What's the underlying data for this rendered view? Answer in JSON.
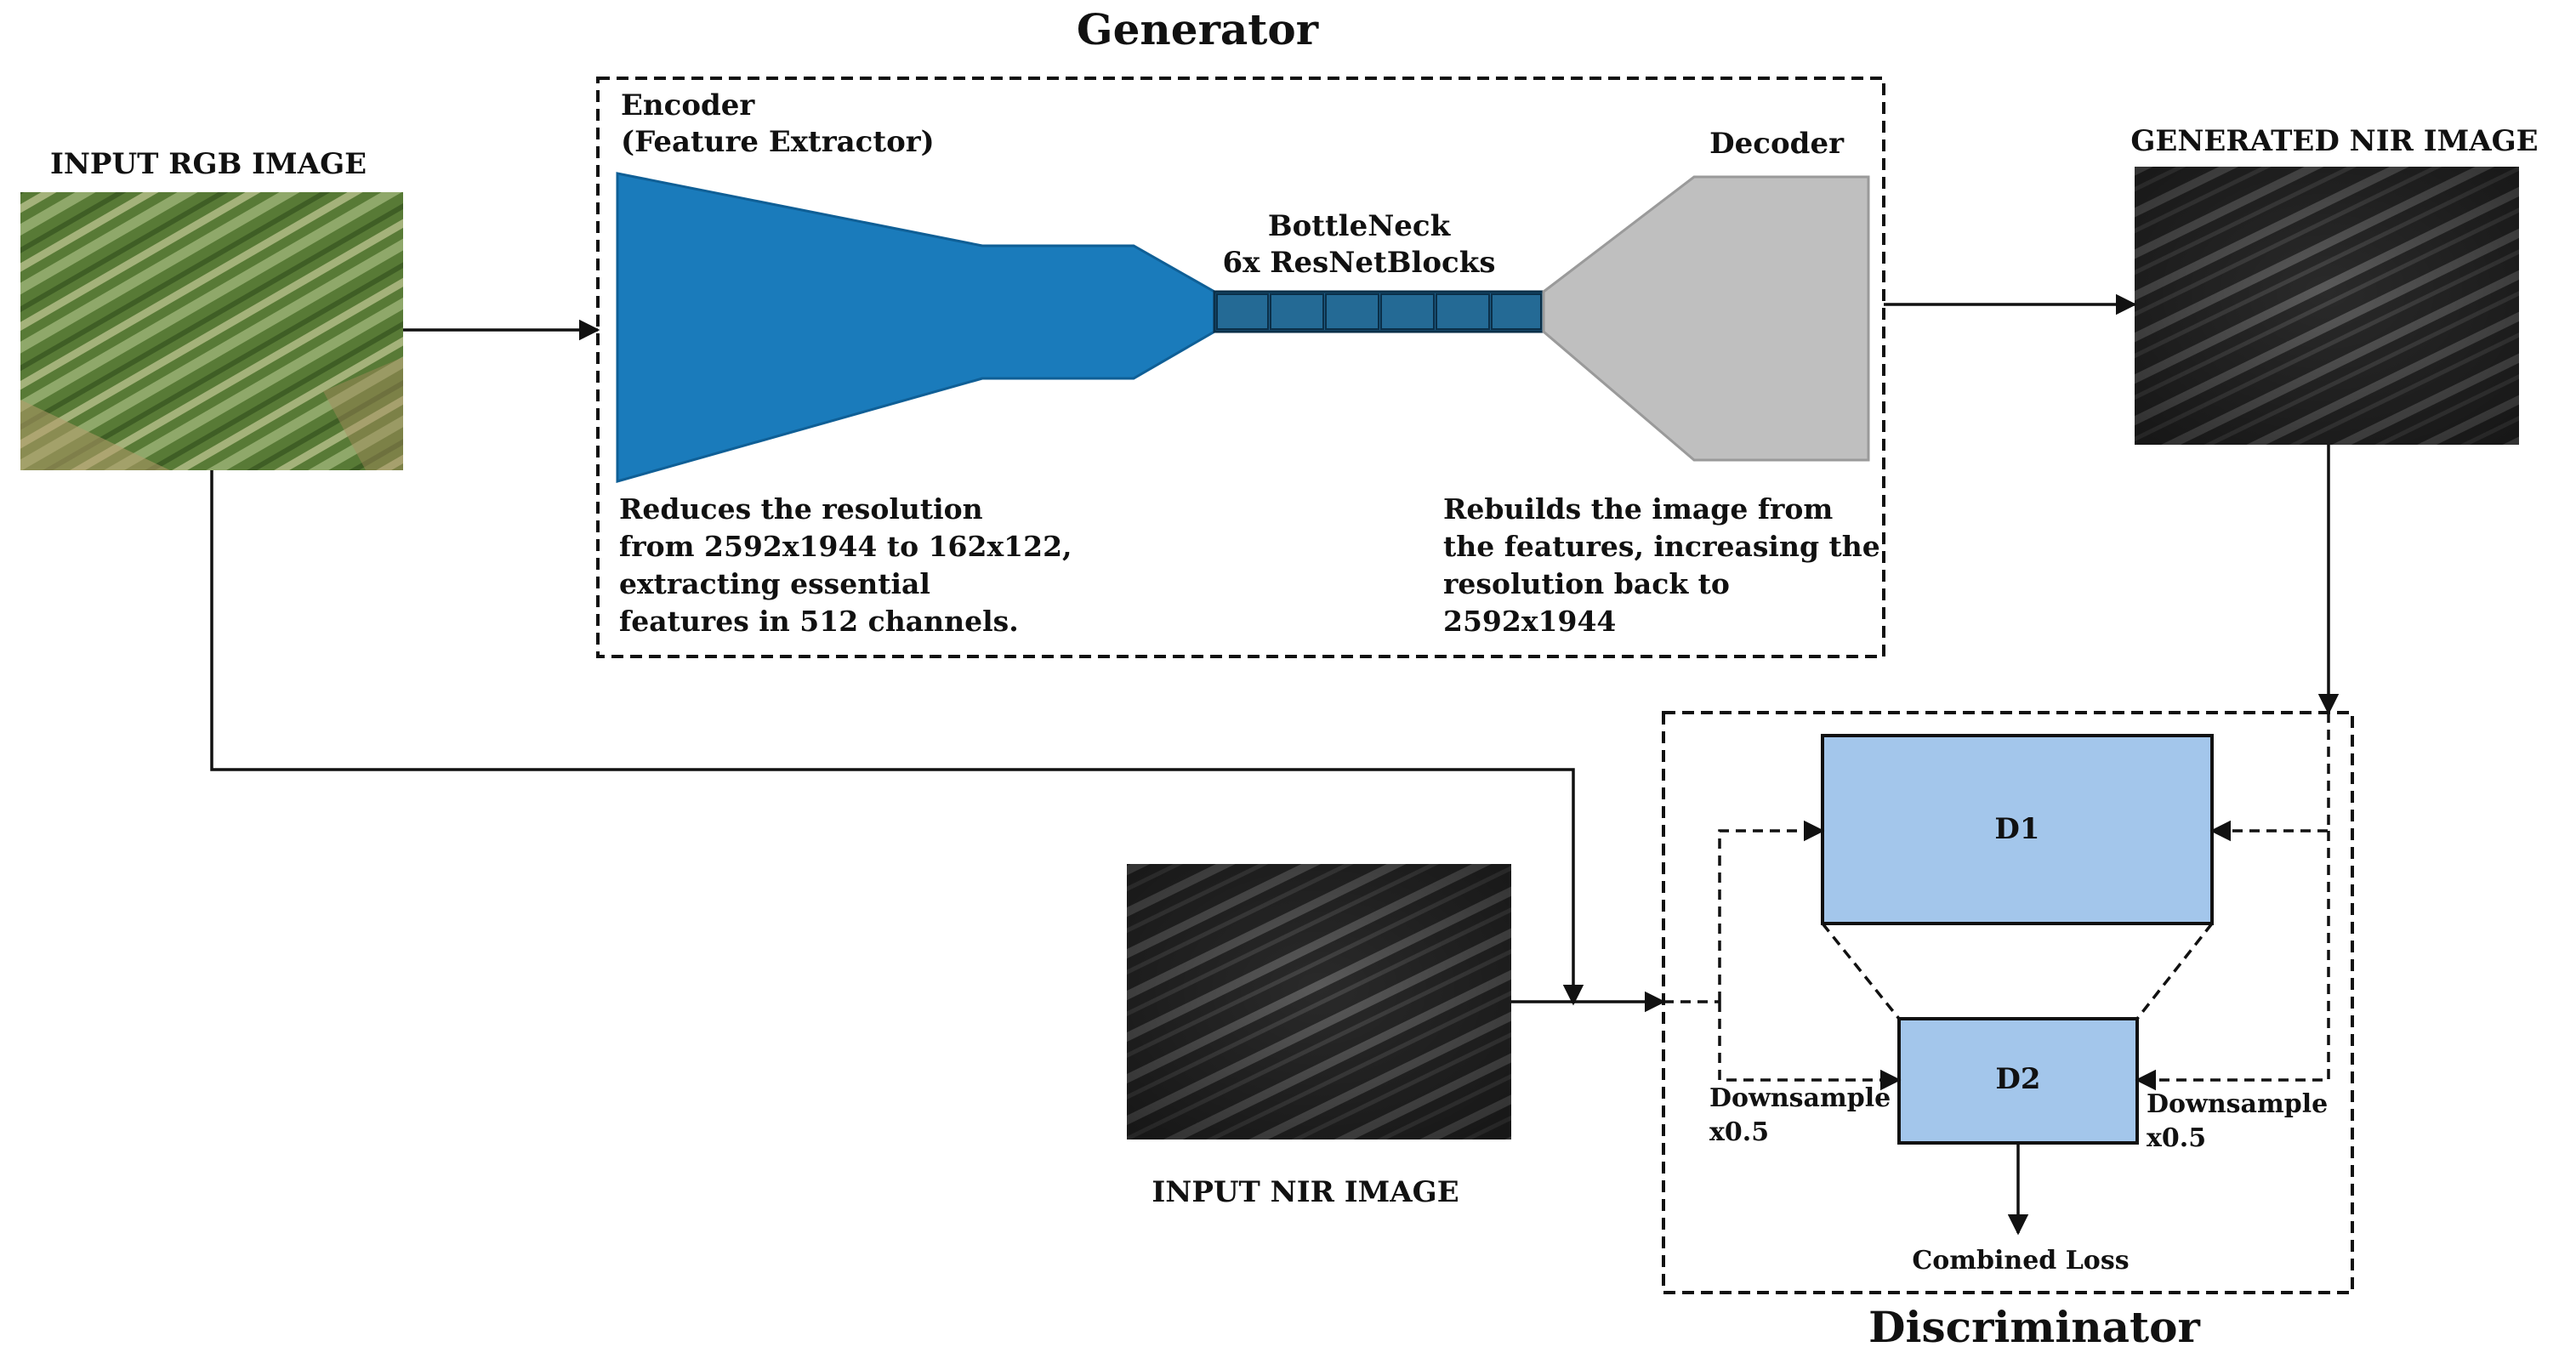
{
  "generator": {
    "title": "Generator",
    "encoder_title": "Encoder",
    "encoder_subtitle": "(Feature Extractor)",
    "bottleneck_title": "BottleNeck",
    "bottleneck_subtitle": "6x ResNetBlocks",
    "decoder_title": "Decoder",
    "encoder_desc": [
      "Reduces the resolution",
      "from 2592x1944 to 162x122,",
      "extracting essential",
      "features in 512 channels."
    ],
    "decoder_desc": [
      "Rebuilds the image from",
      "the features, increasing the",
      "resolution back to",
      "2592x1944"
    ]
  },
  "images": {
    "input_rgb": "INPUT RGB IMAGE",
    "generated_nir": "GENERATED NIR IMAGE",
    "input_nir": "INPUT NIR IMAGE"
  },
  "discriminator": {
    "title": "Discriminator",
    "d1": "D1",
    "d2": "D2",
    "downsample_left": [
      "Downsample",
      "x0.5"
    ],
    "downsample_right": [
      "Downsample",
      "x0.5"
    ],
    "combined_loss": "Combined Loss"
  },
  "colors": {
    "encoder": "#1a7bbb",
    "bottleneck": "#1e5d86",
    "decoder": "#bfbfbf",
    "disc_block": "#a3c6eb",
    "rgb_field": "#5b7a3a",
    "nir_field": "#2e2e2e"
  }
}
